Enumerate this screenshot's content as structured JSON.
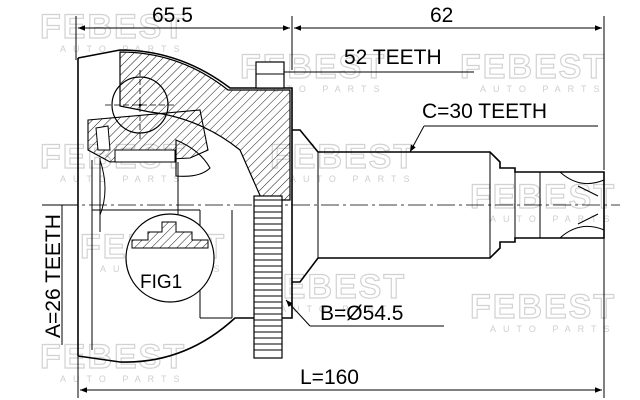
{
  "dimensions": {
    "left_length": "65.5",
    "right_length": "62",
    "total_length": "L=160"
  },
  "callouts": {
    "abs_ring": "52 TEETH",
    "outer_spline": "C=30 TEETH",
    "inner_spline": "A=26 TEETH",
    "seal_diameter": "B=Ø54.5",
    "detail": "FIG1"
  },
  "watermark": {
    "brand": "FEBEST",
    "sub": "AUTO PARTS"
  },
  "colors": {
    "line": "#000000",
    "watermark": "#d2d2d2",
    "background": "#ffffff"
  }
}
